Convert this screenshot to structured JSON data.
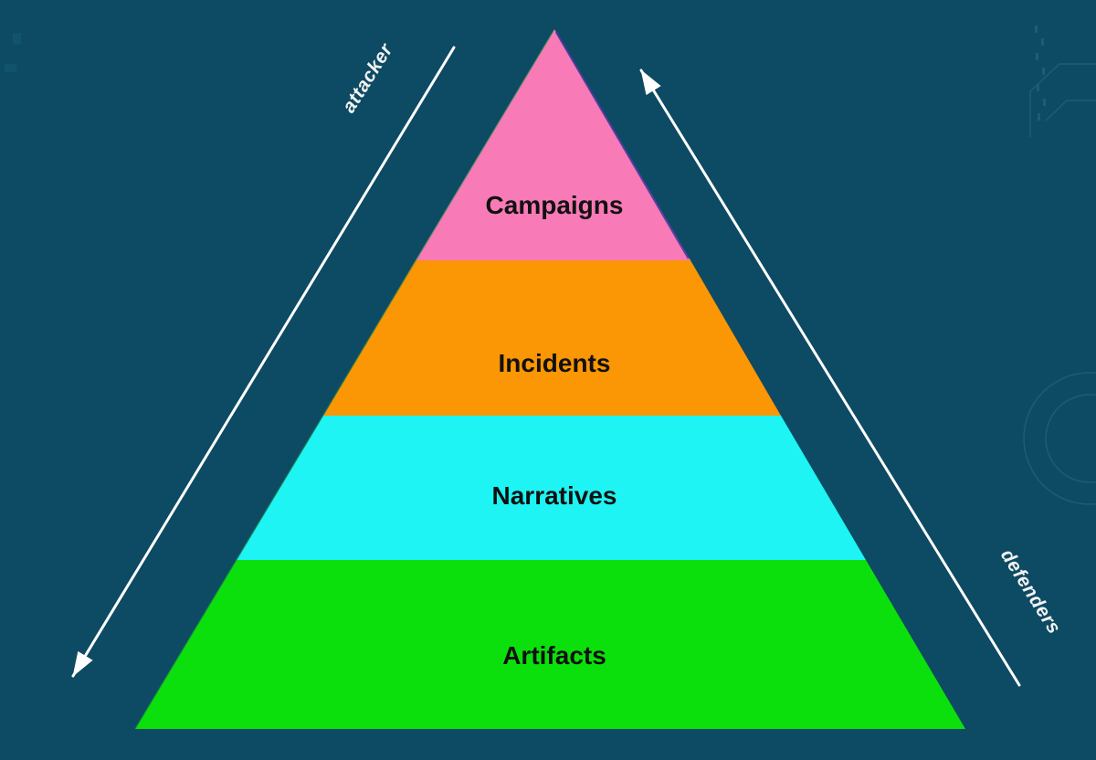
{
  "background": "#0d4a63",
  "pyramid": {
    "layers": [
      {
        "label": "Campaigns",
        "color": "#f87ab6"
      },
      {
        "label": "Incidents",
        "color": "#fb9604"
      },
      {
        "label": "Narratives",
        "color": "#1ef4f4"
      },
      {
        "label": "Artifacts",
        "color": "#0ce00c"
      }
    ]
  },
  "annotations": {
    "left": {
      "label": "attacker"
    },
    "right": {
      "label": "defenders"
    }
  },
  "colors": {
    "arrow": "#ffffff",
    "layer_text": "#111111",
    "annotation_text": "#f2f2f2"
  }
}
